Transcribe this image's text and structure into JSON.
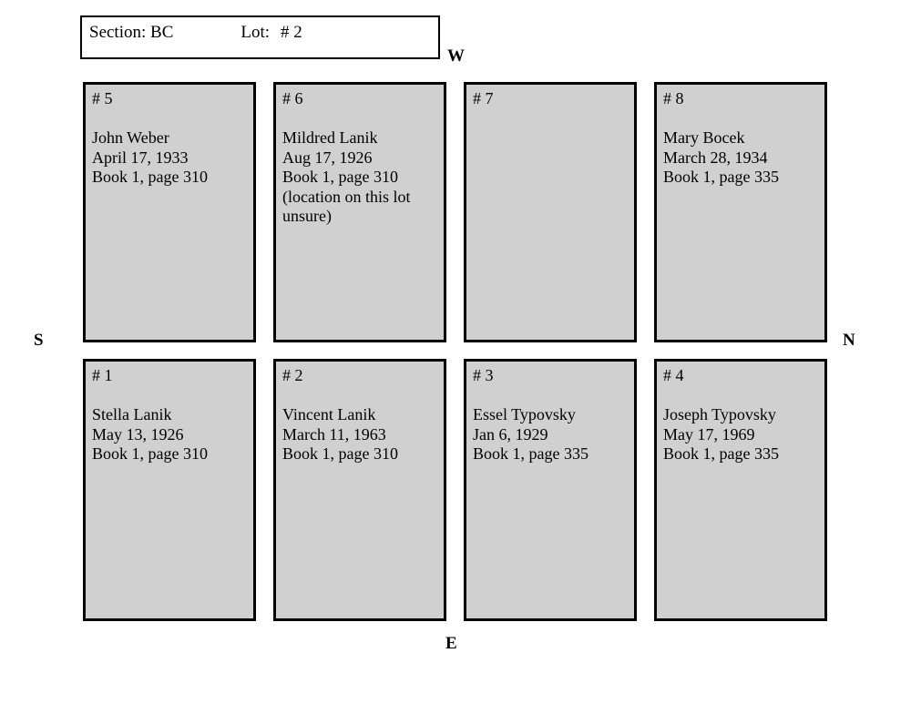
{
  "header": {
    "section_label": "Section: BC",
    "lot_label": "Lot:",
    "lot_value": "# 2"
  },
  "compass": {
    "west": "W",
    "north": "N",
    "south": "S",
    "east": "E"
  },
  "plots": {
    "top_row": [
      {
        "number": "# 5",
        "lines": [
          "John Weber",
          "April 17, 1933",
          "Book 1, page 310"
        ]
      },
      {
        "number": "# 6",
        "lines": [
          "Mildred Lanik",
          "Aug 17, 1926",
          "Book 1, page 310",
          "(location on this lot unsure)"
        ]
      },
      {
        "number": "# 7",
        "lines": []
      },
      {
        "number": "# 8",
        "lines": [
          "Mary Bocek",
          "March 28, 1934",
          "Book 1, page 335"
        ]
      }
    ],
    "bottom_row": [
      {
        "number": "# 1",
        "lines": [
          "Stella Lanik",
          "May 13, 1926",
          "Book 1, page 310"
        ]
      },
      {
        "number": "# 2",
        "lines": [
          "Vincent Lanik",
          "March 11, 1963",
          "Book 1, page 310"
        ]
      },
      {
        "number": "# 3",
        "lines": [
          "Essel Typovsky",
          "Jan 6, 1929",
          "Book 1, page 335"
        ]
      },
      {
        "number": "# 4",
        "lines": [
          "Joseph Typovsky",
          "May 17, 1969",
          "Book 1, page 335"
        ]
      }
    ]
  },
  "colors": {
    "plot_fill": "#d0d0d0",
    "border": "#000000",
    "page_background": "#ffffff"
  }
}
